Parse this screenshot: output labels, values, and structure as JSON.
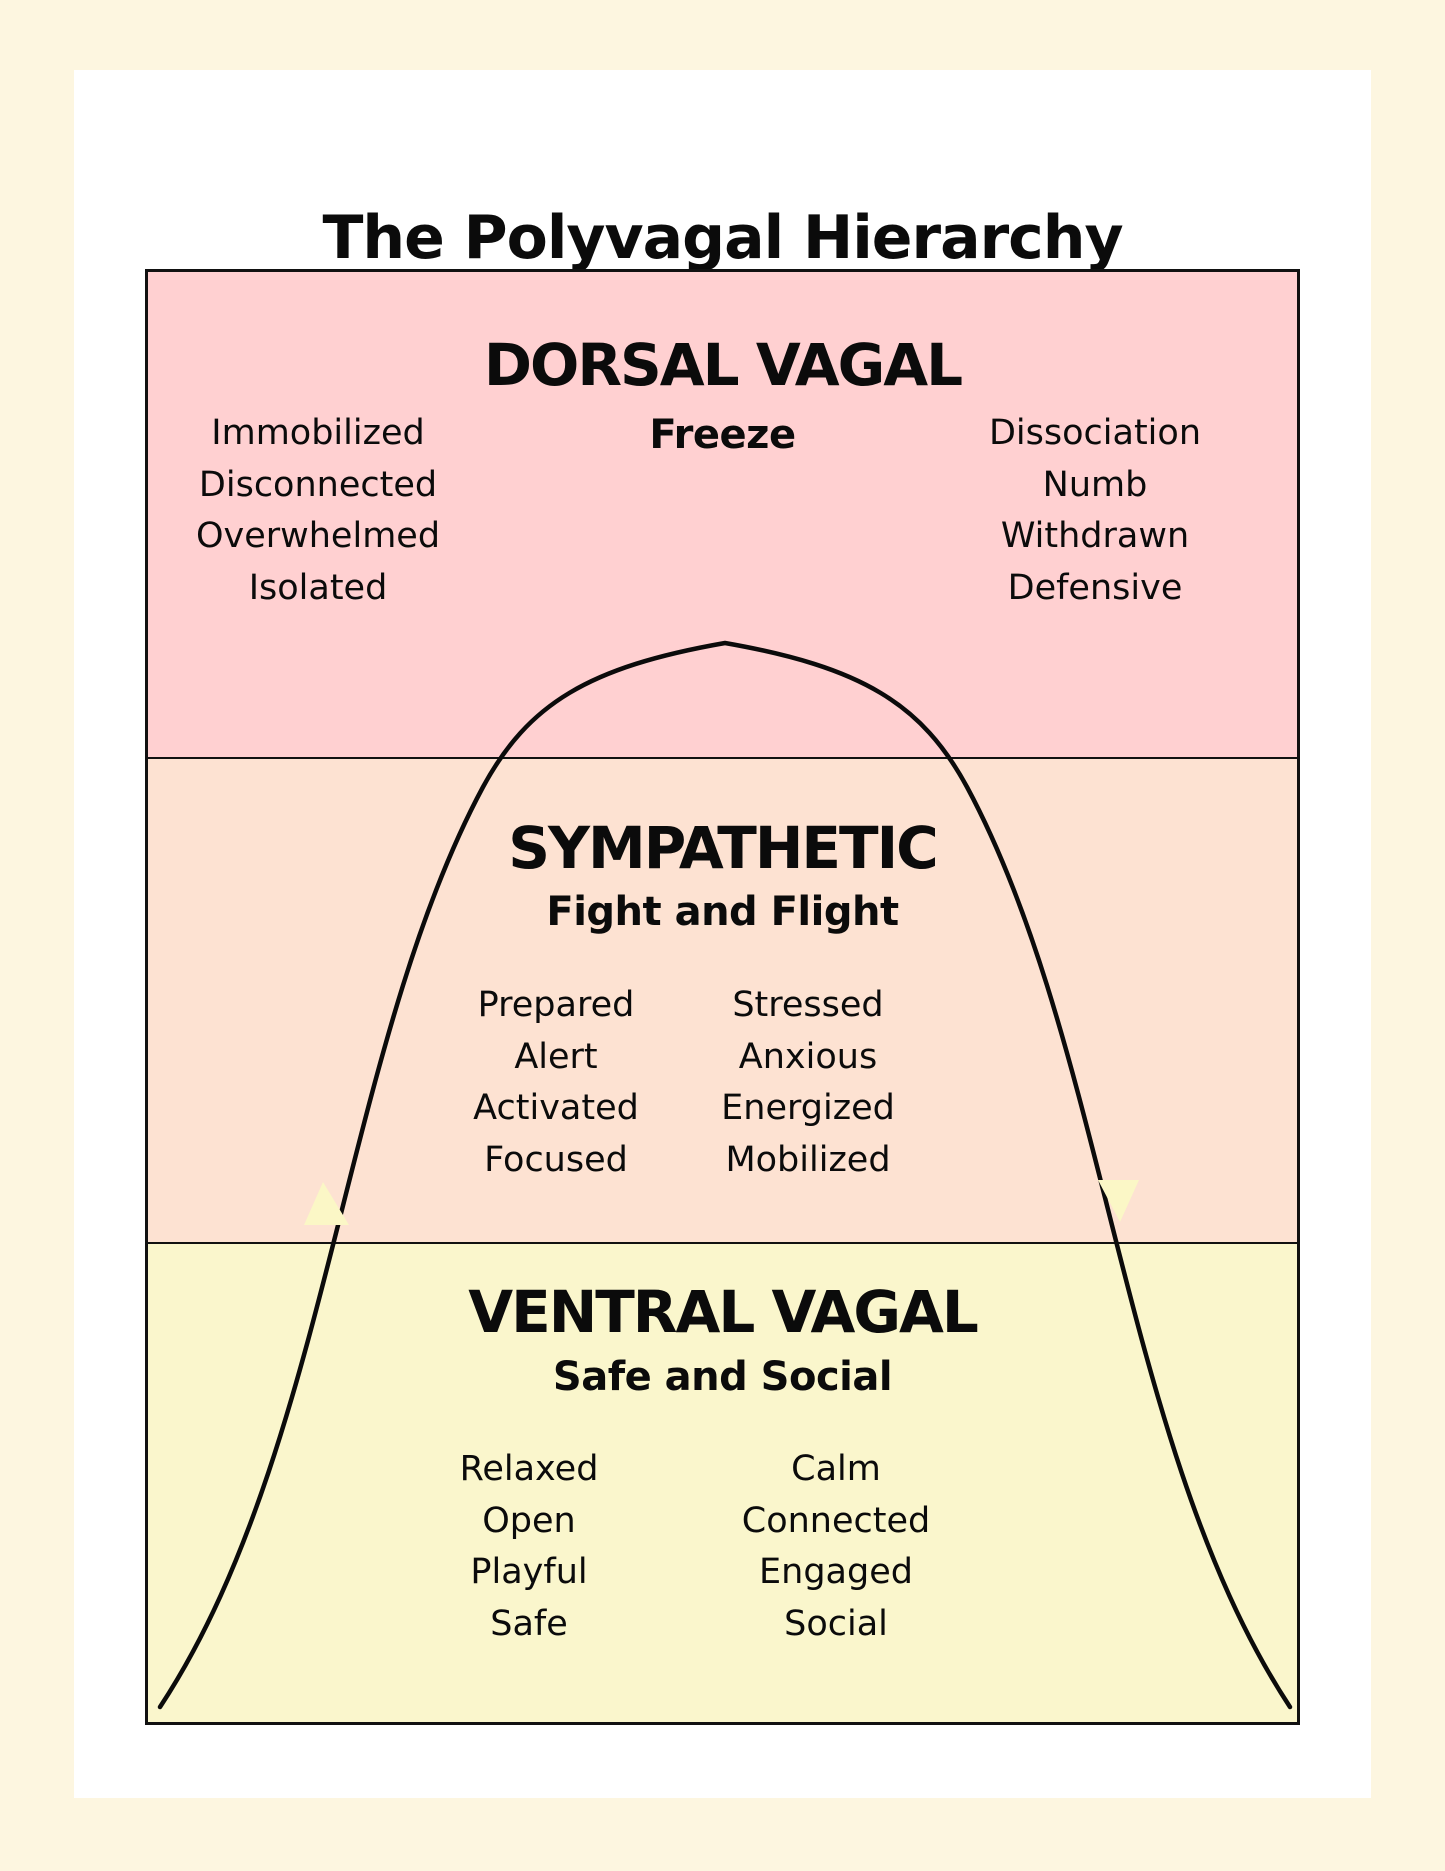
{
  "title": "The Polyvagal Hierarchy",
  "colors": {
    "page_background": "#fdf6e0",
    "card_background": "#ffffff",
    "dorsal_band": "#ffd0d1",
    "sympathetic_band": "#fde2d2",
    "ventral_band": "#faf6cc",
    "arrowheads": "#fbf7c6",
    "ink": "#0b0b0b"
  },
  "states": {
    "dorsal": {
      "name": "DORSAL VAGAL",
      "response": "Freeze",
      "left_words": [
        "Immobilized",
        "Disconnected",
        "Overwhelmed",
        "Isolated"
      ],
      "right_words": [
        "Dissociation",
        "Numb",
        "Withdrawn",
        "Defensive"
      ]
    },
    "sympathetic": {
      "name": "SYMPATHETIC",
      "response": "Fight and Flight",
      "left_words": [
        "Prepared",
        "Alert",
        "Activated",
        "Focused"
      ],
      "right_words": [
        "Stressed",
        "Anxious",
        "Energized",
        "Mobilized"
      ]
    },
    "ventral": {
      "name": "VENTRAL VAGAL",
      "response": "Safe and Social",
      "left_words": [
        "Relaxed",
        "Open",
        "Playful",
        "Safe"
      ],
      "right_words": [
        "Calm",
        "Connected",
        "Engaged",
        "Social"
      ]
    }
  },
  "flow": {
    "up_arrow_icon": "arrow-up-icon",
    "down_arrow_icon": "arrow-down-icon"
  }
}
